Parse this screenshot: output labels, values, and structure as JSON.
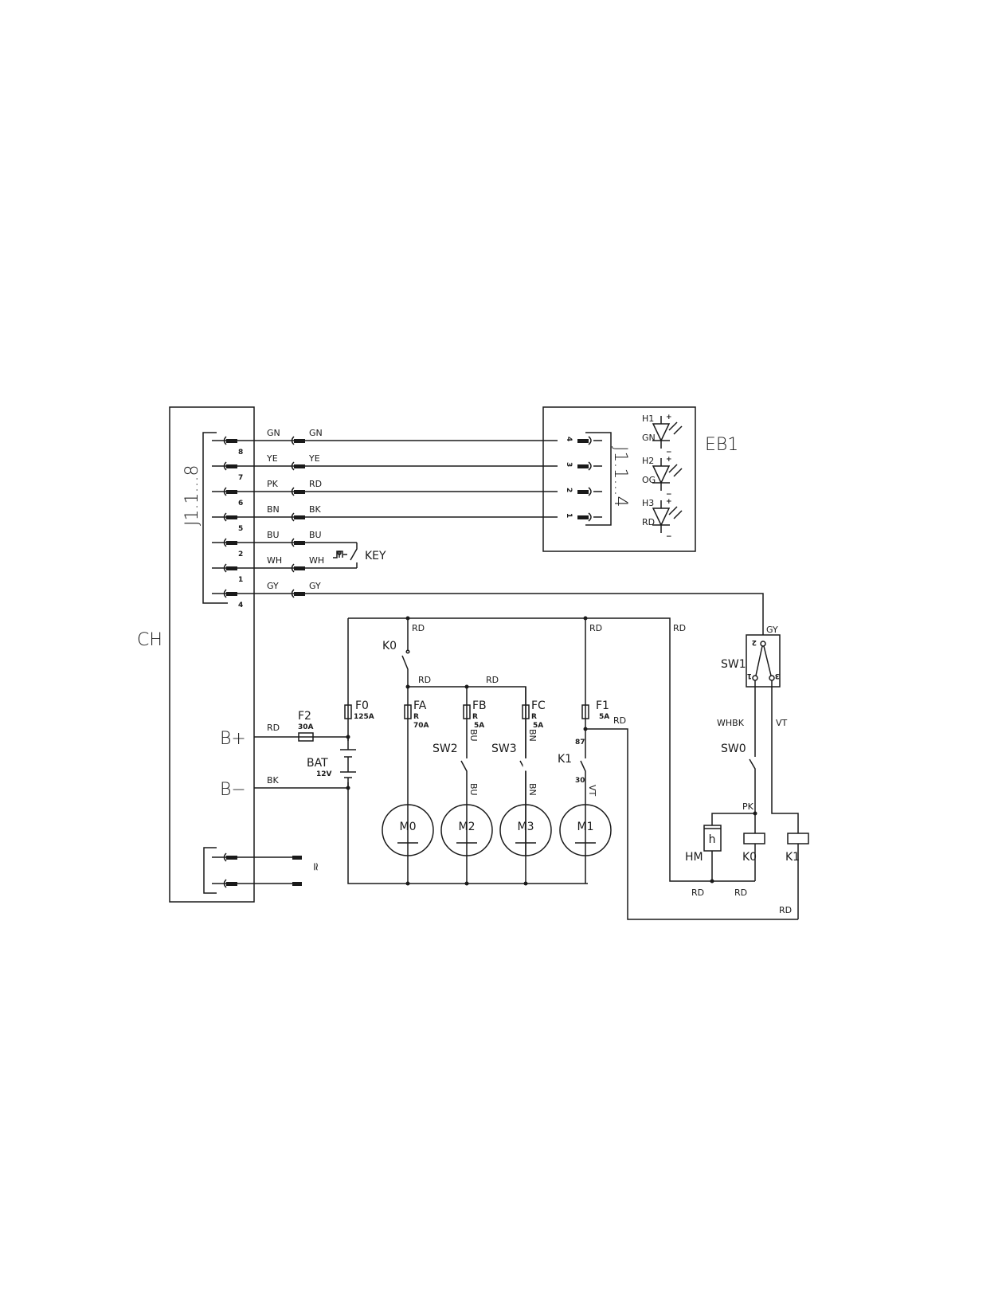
{
  "blocks": {
    "ch": "CH",
    "eb1": "EB1",
    "j1_ch": "J1.1...8",
    "j1_eb1": "J1.1...4",
    "ac_symbol": "≃"
  },
  "ch_pins": [
    {
      "num": "8",
      "left": "GN",
      "right": "GN",
      "eb1_pin": "4"
    },
    {
      "num": "7",
      "left": "YE",
      "right": "YE",
      "eb1_pin": "3"
    },
    {
      "num": "6",
      "left": "PK",
      "right": "RD",
      "eb1_pin": "2"
    },
    {
      "num": "5",
      "left": "BN",
      "right": "BK",
      "eb1_pin": "1"
    },
    {
      "num": "2",
      "left": "BU",
      "right": "BU"
    },
    {
      "num": "1",
      "left": "WH",
      "right": "WH"
    },
    {
      "num": "4",
      "left": "GY",
      "right": "GY"
    }
  ],
  "key": "KEY",
  "leds": [
    {
      "id": "H1",
      "color": "GN"
    },
    {
      "id": "H2",
      "color": "OG"
    },
    {
      "id": "H3",
      "color": "RD"
    }
  ],
  "plus": "+",
  "minus": "−",
  "power": {
    "bplus": "B+",
    "bminus": "B−",
    "rd": "RD",
    "bk": "BK",
    "f2": "F2",
    "f2_rating": "30A",
    "bat": "BAT",
    "bat_voltage": "12V"
  },
  "fuses": [
    {
      "id": "F0",
      "r": "",
      "rating": "125A"
    },
    {
      "id": "FA",
      "r": "R",
      "rating": "70A"
    },
    {
      "id": "FB",
      "r": "R",
      "rating": "5A"
    },
    {
      "id": "FC",
      "r": "R",
      "rating": "5A"
    },
    {
      "id": "F1",
      "r": "",
      "rating": "5A"
    }
  ],
  "motors": [
    "M0",
    "M2",
    "M3",
    "M1"
  ],
  "switches": {
    "k0": "K0",
    "sw2": "SW2",
    "sw3": "SW3",
    "k1": "K1",
    "sw1": "SW1",
    "sw0": "SW0",
    "k1_87": "87",
    "k1_30": "30",
    "sw1_t1": "1",
    "sw1_t2": "2",
    "sw1_t3": "3"
  },
  "wires": {
    "rd": "RD",
    "bu": "BU",
    "bn": "BN",
    "vt": "VT",
    "gy": "GY",
    "whbk": "WHBK",
    "pk": "PK"
  },
  "loads": {
    "hm": "HM",
    "hm_symbol": "h",
    "k0_coil": "K0",
    "k1_coil": "K1"
  }
}
